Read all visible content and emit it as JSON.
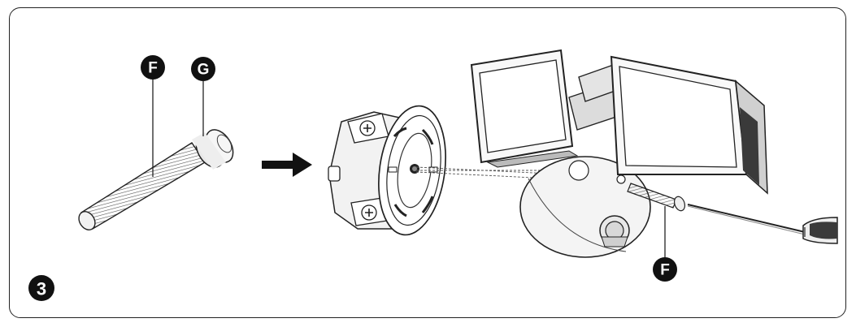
{
  "step": {
    "number": "3"
  },
  "callouts": {
    "screw_part": "F",
    "washer_part": "G",
    "installed_screw_part": "F"
  },
  "colors": {
    "ink": "#111111",
    "line": "#333333",
    "panel_fill": "#f4f4f4",
    "callout_fill": "#111111"
  },
  "icons": {
    "direction_arrow": "arrow-right-icon",
    "screwdriver": "screwdriver-icon"
  }
}
